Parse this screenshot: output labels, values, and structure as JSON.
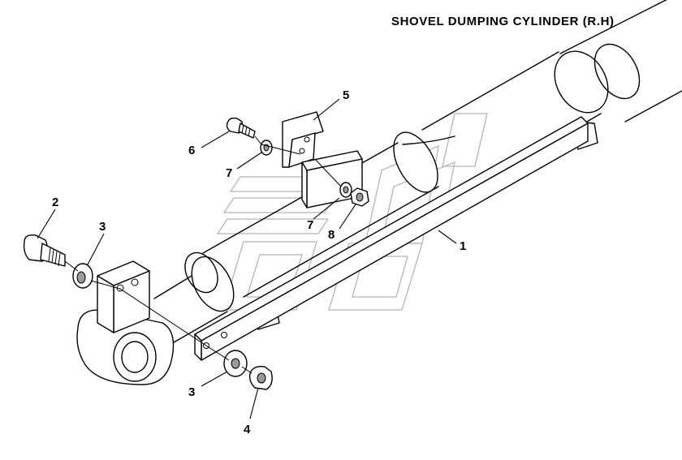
{
  "title": "SHOVEL DUMPING CYLINDER (R.H)",
  "callouts": [
    {
      "id": "c1",
      "label": "1"
    },
    {
      "id": "c2",
      "label": "2"
    },
    {
      "id": "c3a",
      "label": "3"
    },
    {
      "id": "c3b",
      "label": "3"
    },
    {
      "id": "c4",
      "label": "4"
    },
    {
      "id": "c5",
      "label": "5"
    },
    {
      "id": "c6",
      "label": "6"
    },
    {
      "id": "c7a",
      "label": "7"
    },
    {
      "id": "c7b",
      "label": "7"
    },
    {
      "id": "c8",
      "label": "8"
    }
  ]
}
